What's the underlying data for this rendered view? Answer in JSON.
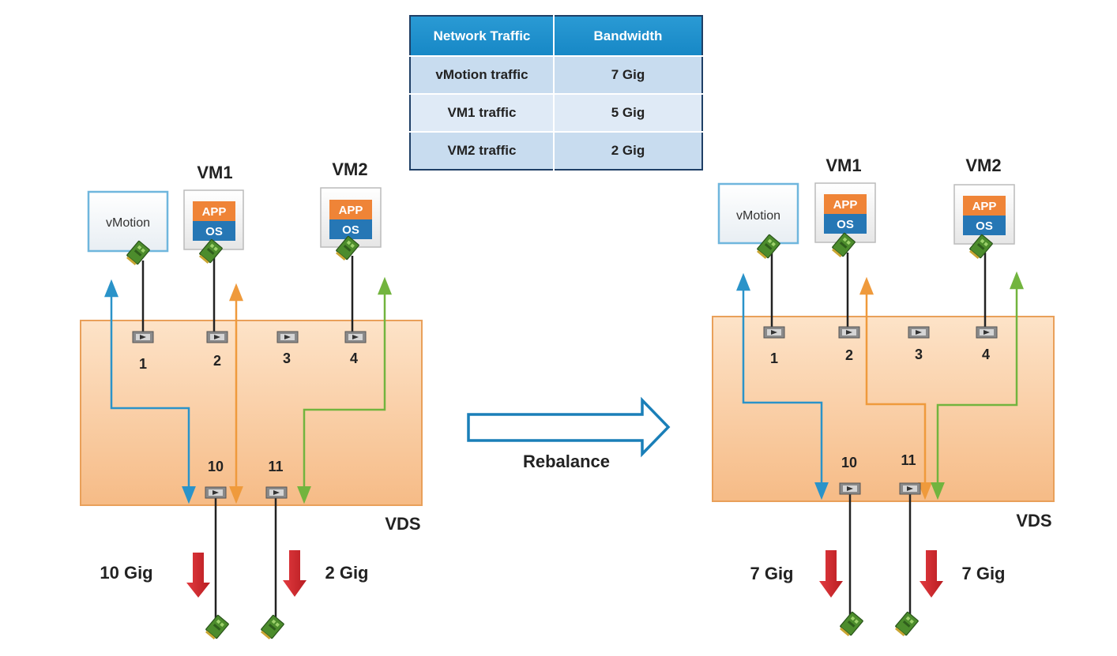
{
  "table": {
    "headers": [
      "Network Traffic",
      "Bandwidth"
    ],
    "rows": [
      [
        "vMotion traffic",
        "7 Gig"
      ],
      [
        "VM1 traffic",
        "5 Gig"
      ],
      [
        "VM2 traffic",
        "2 Gig"
      ]
    ]
  },
  "labels": {
    "vmotion": "vMotion",
    "vm1": "VM1",
    "vm2": "VM2",
    "app": "APP",
    "os": "OS",
    "vds": "VDS",
    "rebalance": "Rebalance",
    "ports": [
      "1",
      "2",
      "3",
      "4"
    ],
    "uplinks": [
      "10",
      "11"
    ]
  },
  "before": {
    "uplink_bandwidth": [
      "10 Gig",
      "2 Gig"
    ]
  },
  "after": {
    "uplink_bandwidth": [
      "7 Gig",
      "7 Gig"
    ]
  },
  "colors": {
    "vmotion_flow": "#2a93c9",
    "vm1_flow": "#ef9a3c",
    "vm2_flow": "#72b43e",
    "vds_fill": "#f7c79a",
    "vds_border": "#e9a05a",
    "down_arrow": "#d9262b",
    "app_band": "#ef8437",
    "os_band": "#2677b5"
  }
}
